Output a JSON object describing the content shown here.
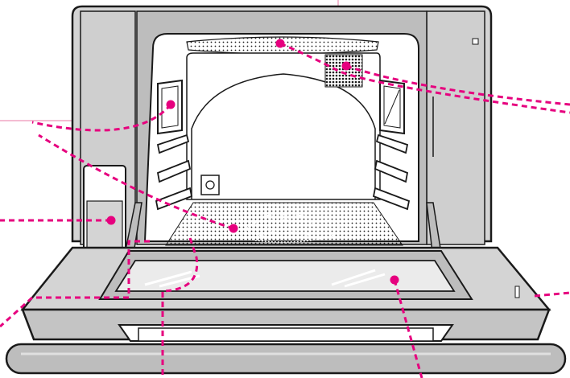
{
  "diagram": {
    "subject": "oven-front-open",
    "colors": {
      "outline": "#1a1a1a",
      "body": "#d4d4d4",
      "body_dark": "#bdbdbd",
      "cavity": "#ffffff",
      "glass": "#ebebeb",
      "accent": "#e6007e",
      "leader_light": "#e87aa6"
    },
    "callouts": [
      {
        "id": "top-heater-grill"
      },
      {
        "id": "ceiling-vent"
      },
      {
        "id": "side-light"
      },
      {
        "id": "water-tank"
      },
      {
        "id": "floor-plate"
      },
      {
        "id": "door-glass"
      },
      {
        "id": "door-handle-left"
      },
      {
        "id": "door-sensor-right"
      }
    ]
  }
}
